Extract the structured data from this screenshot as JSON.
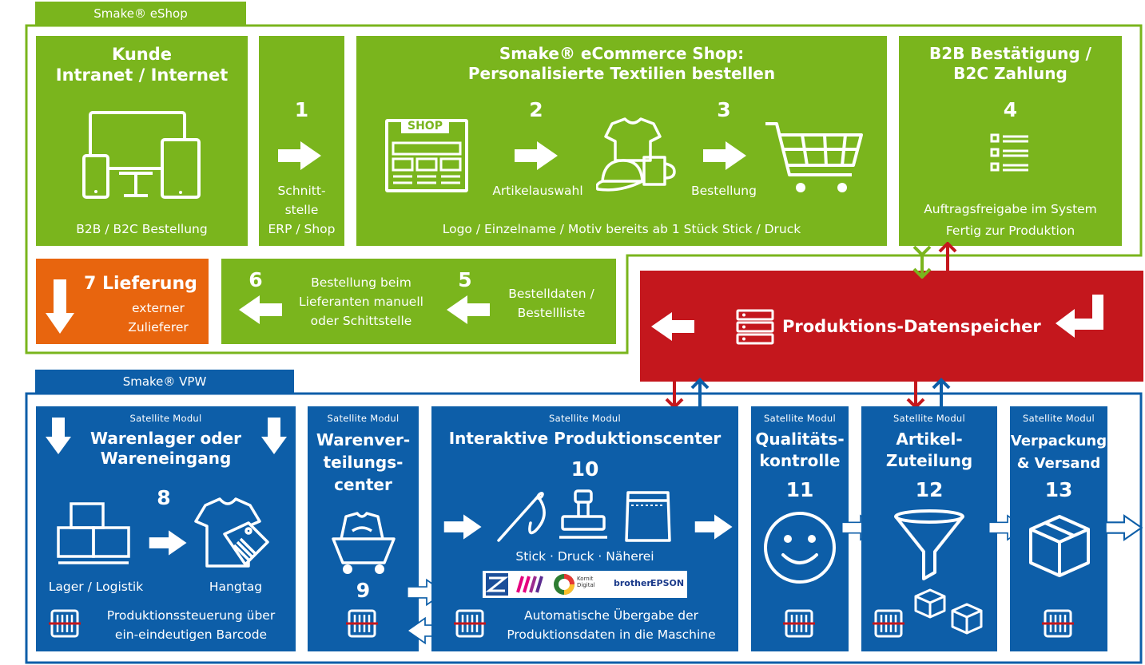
{
  "eshop": {
    "tab": "Smake® eShop",
    "kunde": {
      "title_1": "Kunde",
      "title_2": "Intranet / Internet",
      "caption": "B2B / B2C Bestellung"
    },
    "schnittstelle": {
      "num": "1",
      "line_1": "Schnitt-",
      "line_2": "stelle",
      "line_3": "ERP / Shop"
    },
    "ecommerce": {
      "title_1": "Smake® eCommerce Shop:",
      "title_2": "Personalisierte Textilien bestellen",
      "shop_label": "SHOP",
      "num_2": "2",
      "artikel": "Artikelauswahl",
      "num_3": "3",
      "bestellung": "Bestellung",
      "caption": "Logo / Einzelname / Motiv bereits ab 1 Stück Stick / Druck"
    },
    "b2b": {
      "title_1": "B2B Bestätigung /",
      "title_2": "B2C Zahlung",
      "num": "4",
      "line_1": "Auftragsfreigabe im System",
      "line_2": "Fertig zur Produktion"
    },
    "lieferung": {
      "num": "7",
      "title": "Lieferung",
      "line_1": "externer",
      "line_2": "Zulieferer"
    },
    "bestellung_lieferant": {
      "num_6": "6",
      "line_1": "Bestellung beim",
      "line_2": "Lieferanten manuell",
      "line_3": "oder Schittstelle",
      "num_5": "5",
      "bd_1": "Bestelldaten /",
      "bd_2": "Bestellliste"
    }
  },
  "datenspeicher": {
    "title": "Produktions-Datenspeicher"
  },
  "vpw": {
    "tab": "Smake® VPW",
    "warenlager": {
      "sat": "Satellite Modul",
      "title_1": "Warenlager oder",
      "title_2": "Wareneingang",
      "num": "8",
      "lager": "Lager / Logistik",
      "hangtag": "Hangtag",
      "barcode_1": "Produktionssteuerung über",
      "barcode_2": "ein-eindeutigen Barcode"
    },
    "verteilung": {
      "sat": "Satellite Modul",
      "t1": "Warenver-",
      "t2": "teilungs-",
      "t3": "center",
      "num": "9"
    },
    "produktion": {
      "sat": "Satellite Modul",
      "title": "Interaktive Produktionscenter",
      "num": "10",
      "caption": "Stick · Druck · Näherei",
      "brand_kornit": "Kornit Digital",
      "brand_brother": "brother",
      "brand_epson": "EPSON",
      "line_1": "Automatische Übergabe der",
      "line_2": "Produktionsdaten in die Maschine"
    },
    "qualitaet": {
      "sat": "Satellite Modul",
      "t1": "Qualitäts-",
      "t2": "kontrolle",
      "num": "11"
    },
    "artikel": {
      "sat": "Satellite Modul",
      "t1": "Artikel-",
      "t2": "Zuteilung",
      "num": "12"
    },
    "verpackung": {
      "sat": "Satellite Modul",
      "t1": "Verpackung",
      "t2": "& Versand",
      "num": "13"
    }
  },
  "colors": {
    "green": "#7ab51d",
    "blue": "#0d5ea8",
    "red": "#c4171d",
    "orange": "#e8650e"
  }
}
